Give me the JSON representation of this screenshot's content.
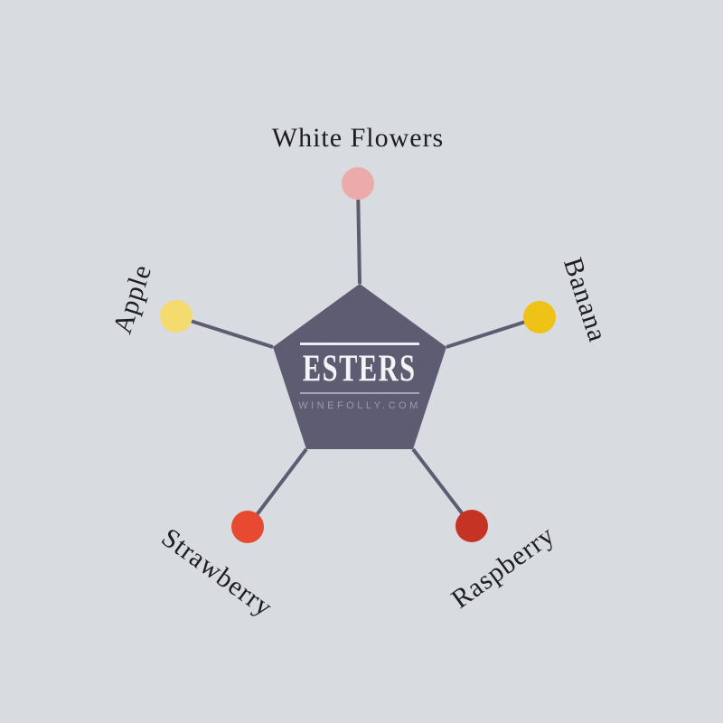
{
  "page": {
    "background_color": "#d9dce0"
  },
  "center": {
    "title": "ESTERS",
    "subtitle": "WINEFOLLY.COM",
    "shape": "pentagon",
    "shape_color": "#5c5a70",
    "title_color": "#f4f3f7",
    "subtitle_color": "#9b99ab"
  },
  "connectors": {
    "color": "#5c5a70"
  },
  "nodes": [
    {
      "id": "white-flowers",
      "label": "White Flowers",
      "color": "#edabaa",
      "position": "top"
    },
    {
      "id": "banana",
      "label": "Banana",
      "color": "#f0c312",
      "position": "upper-right"
    },
    {
      "id": "raspberry",
      "label": "Raspberry",
      "color": "#c53120",
      "position": "lower-right"
    },
    {
      "id": "strawberry",
      "label": "Strawberry",
      "color": "#e8472e",
      "position": "lower-left"
    },
    {
      "id": "apple",
      "label": "Apple",
      "color": "#f6db6d",
      "position": "upper-left"
    }
  ],
  "label_color": "#1e1d21"
}
